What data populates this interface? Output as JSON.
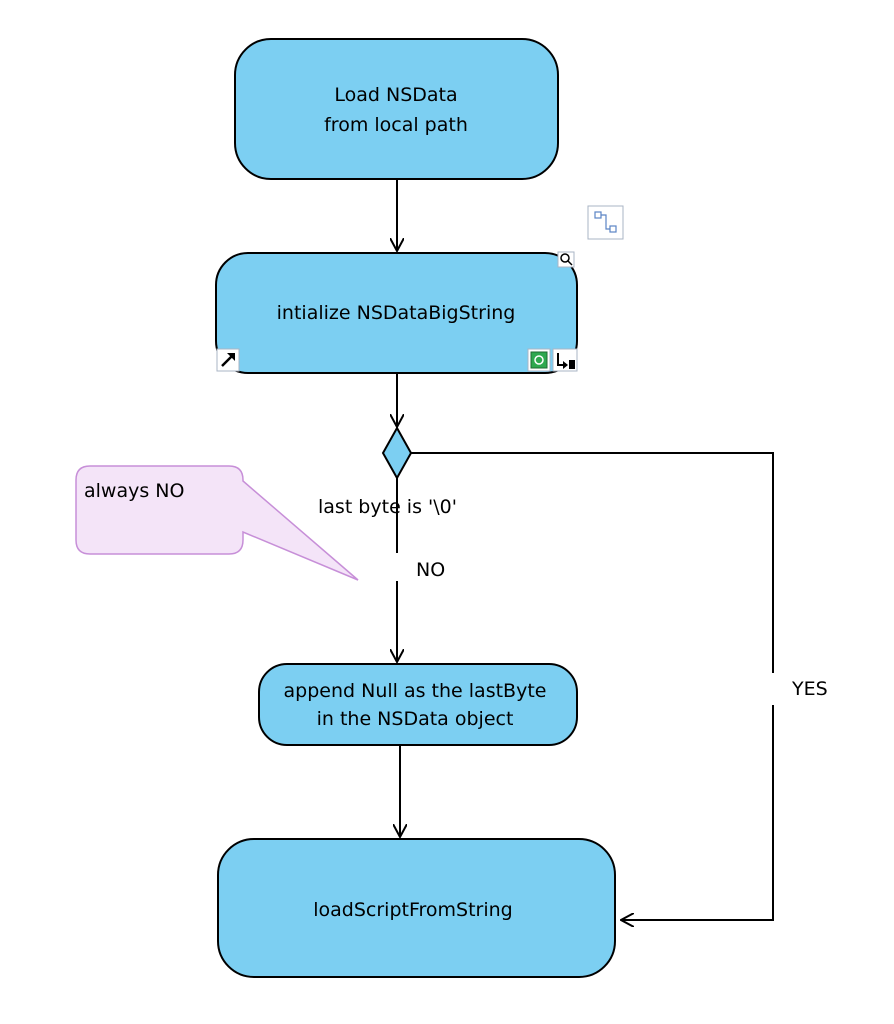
{
  "diagram": {
    "nodes": {
      "load": {
        "line1": "Load NSData",
        "line2": "from local path"
      },
      "init": {
        "label": "intialize NSDataBigString"
      },
      "append": {
        "line1": "append Null as the lastByte",
        "line2": "in the NSData object"
      },
      "loadscript": {
        "label": "loadScriptFromString"
      }
    },
    "decision": {
      "condition": "last byte is '\\0'"
    },
    "edges": {
      "no_label": "NO",
      "yes_label": "YES"
    },
    "note": {
      "text": "always NO"
    }
  },
  "colors": {
    "node_fill": "#7ccff2",
    "note_fill": "#f4e4f8",
    "note_border": "#c78fd8"
  },
  "icons": {
    "toolbar": "connector-icon",
    "node_handles": [
      "magnify-icon",
      "link-arrow-icon",
      "select-element-icon",
      "step-into-icon"
    ]
  }
}
